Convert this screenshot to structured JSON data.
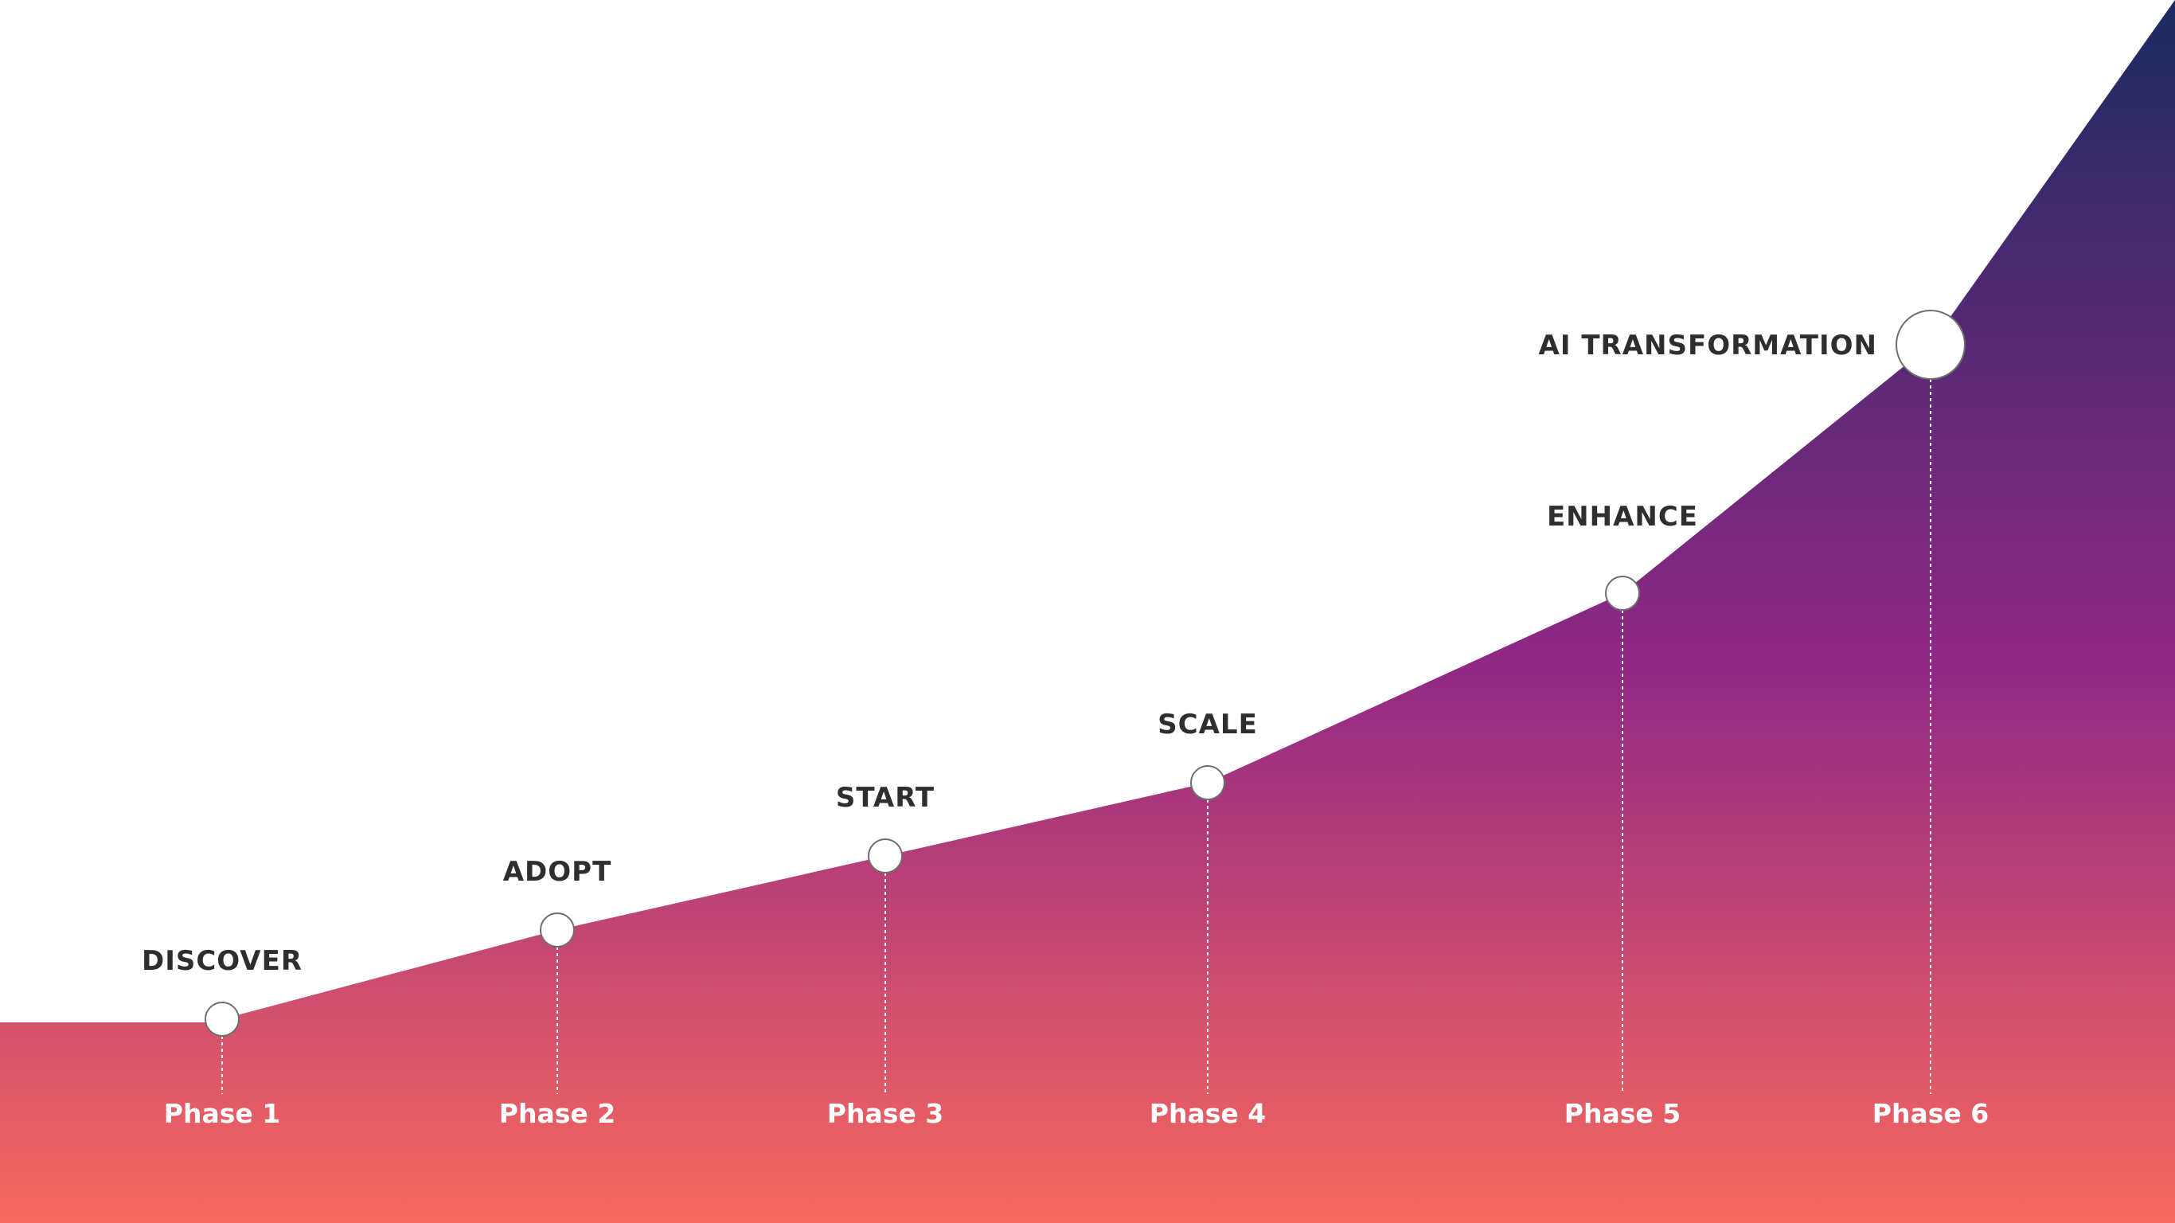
{
  "diagram": {
    "colors": {
      "gradient_top": "#1b2a62",
      "gradient_mid": "#922885",
      "gradient_bottom": "#f8695e",
      "stage_text": "#2e2e2e",
      "phase_text": "#ffffff",
      "node_fill": "#ffffff",
      "node_stroke": "#6e6e6e",
      "connector": "#ffffff"
    },
    "milestones": [
      {
        "stage": "DISCOVER",
        "phase": "Phase 1"
      },
      {
        "stage": "ADOPT",
        "phase": "Phase 2"
      },
      {
        "stage": "START",
        "phase": "Phase 3"
      },
      {
        "stage": "SCALE",
        "phase": "Phase 4"
      },
      {
        "stage": "ENHANCE",
        "phase": "Phase 5"
      },
      {
        "stage": "AI TRANSFORMATION",
        "phase": "Phase 6",
        "highlight": true
      }
    ]
  }
}
